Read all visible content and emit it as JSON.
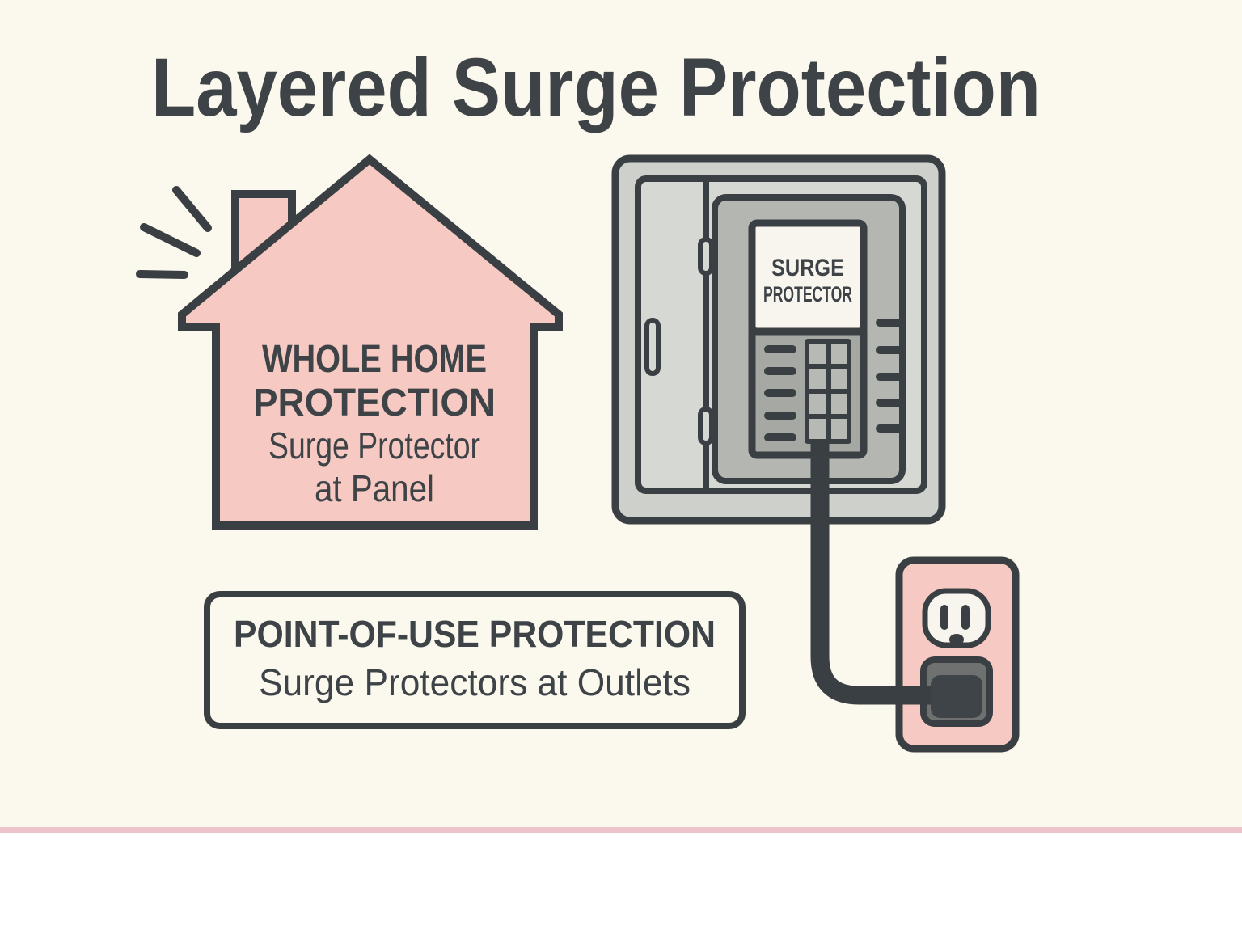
{
  "title": "Layered Surge Protection",
  "house": {
    "heading_line1": "WHOLE HOME",
    "heading_line2": "PROTECTION",
    "sub_line1": "Surge Protector",
    "sub_line2": "at Panel"
  },
  "panel": {
    "label_line1": "SURGE",
    "label_line2": "PROTECTOR"
  },
  "point_of_use": {
    "heading": "POINT-OF-USE PROTECTION",
    "subheading": "Surge Protectors at Outlets"
  },
  "colors": {
    "background_cream": "#fbf8ee",
    "bottom_strip_white": "#ffffff",
    "divider_pink": "#eec3c9",
    "outline_ink": "#3a3f43",
    "text_ink": "#3e4347",
    "house_pink": "#f6c9c2",
    "panel_outer_gray": "#cdd0cb",
    "panel_door_gray": "#d6d8d3",
    "panel_opening_gray": "#b3b6b1",
    "breaker_section_gray": "#a5a8a3",
    "breaker_cell_gray": "#b6b9b4",
    "label_white": "#f8f5ef",
    "plug_recess_gray": "#6e7170",
    "plug_body_gray": "#3f4449"
  }
}
